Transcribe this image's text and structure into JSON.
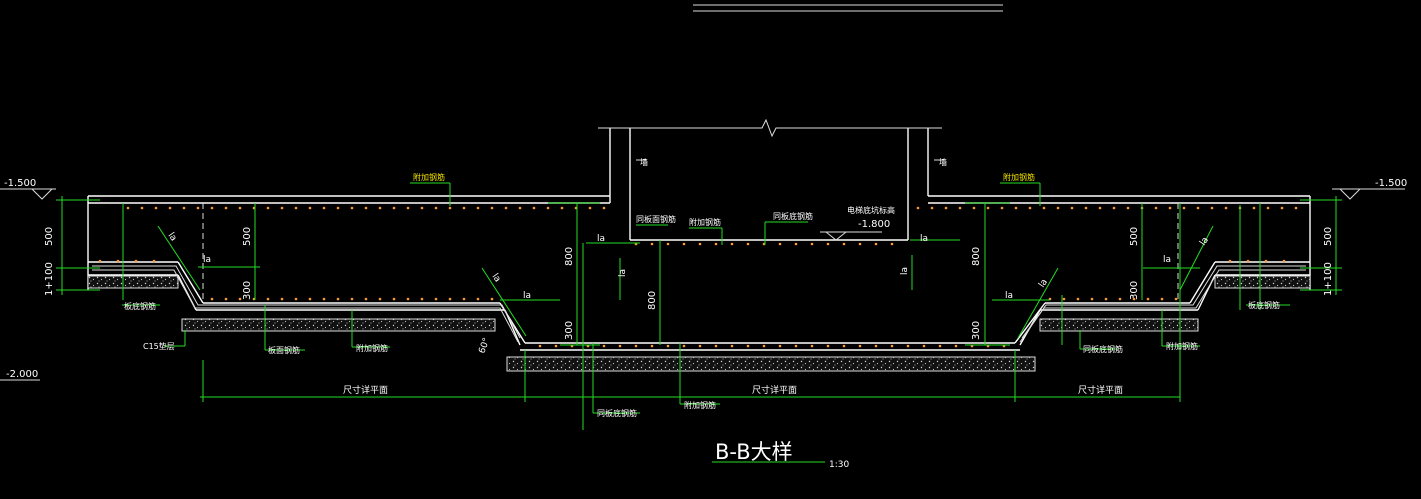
{
  "drawing": {
    "title": "B-B大样",
    "scale": "1:30",
    "elevations": {
      "left_top": "-1.500",
      "right_top": "-1.500",
      "left_bottom": "-2.000",
      "pit_bottom": "-1.800",
      "pit_bottom_label": "电梯底坑标高"
    },
    "dimensions": {
      "d500": "500",
      "d800": "800",
      "d300": "300",
      "d100": "1+100",
      "la": "la",
      "angle": "60°",
      "span": "尺寸详平面"
    },
    "labels": {
      "add_rebar": "附加钢筋",
      "wall": "墙",
      "c15": "C15垫层",
      "bottom_rebar": "板底钢筋",
      "top_rebar": "板面钢筋",
      "same_top_rebar": "同板面钢筋",
      "same_bottom_rebar": "同板底钢筋"
    }
  }
}
